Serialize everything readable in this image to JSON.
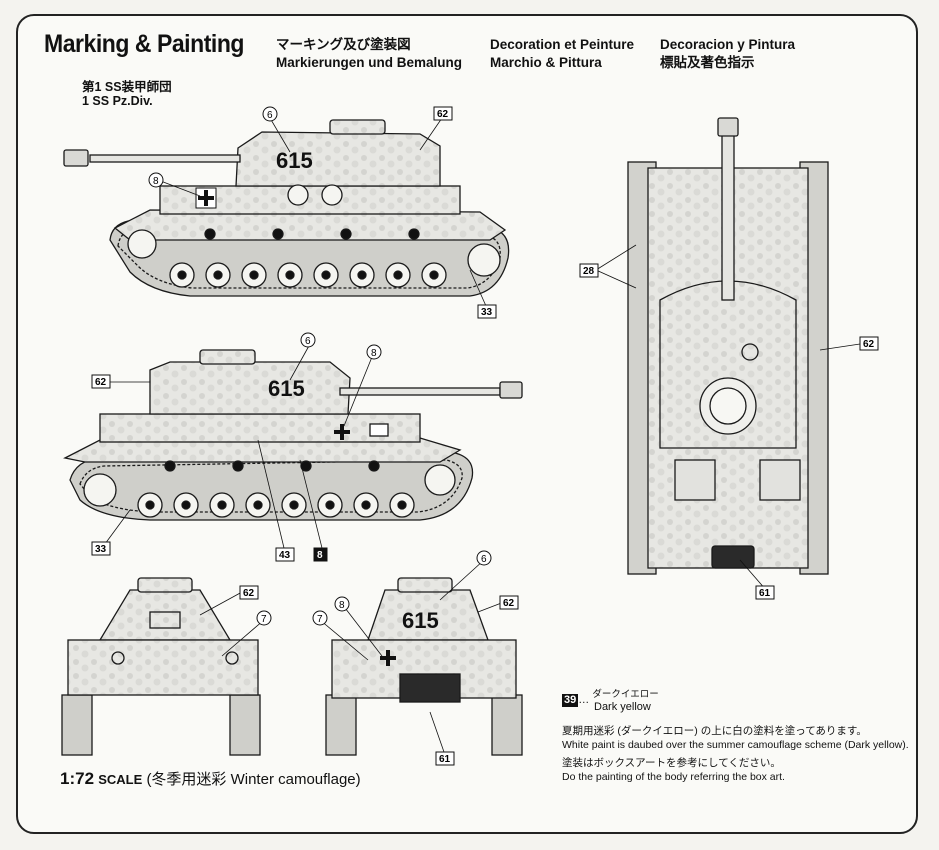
{
  "header": {
    "title_en": "Marking & Painting",
    "title_jp": "マーキング及び塗装図",
    "title_de": "Markierungen und Bemalung",
    "title_fr": "Decoration et Peinture",
    "title_it": "Marchio & Pittura",
    "title_es": "Decoracion y Pintura",
    "title_cn": "標貼及著色指示"
  },
  "division": {
    "jp": "第1 SS装甲師団",
    "en": "1 SS Pz.Div."
  },
  "hull_number": "615",
  "callouts": {
    "c6": "6",
    "c7": "7",
    "c8": "8",
    "c28": "28",
    "c33": "33",
    "c43": "43",
    "c61": "61",
    "c62": "62"
  },
  "scale": {
    "ratio": "1:72",
    "label": "SCALE",
    "caption": "(冬季用迷彩 Winter camouflage)"
  },
  "paint": {
    "code": "39",
    "ellipsis": "…",
    "jp": "ダークイエロー",
    "en": "Dark yellow"
  },
  "notes": {
    "jp1": "夏期用迷彩 (ダークイエロー) の上に白の塗料を塗ってあります。",
    "en1": "White paint is daubed over the summer camouflage scheme (Dark yellow).",
    "jp2": "塗装はボックスアートを参考にしてください。",
    "en2": "Do the painting of the body referring the box art."
  },
  "colors": {
    "camo_white": "#eeeeea",
    "camo_grey": "#cfcfcb",
    "line": "#1a1a1a",
    "sheet": "#fafaf7"
  }
}
